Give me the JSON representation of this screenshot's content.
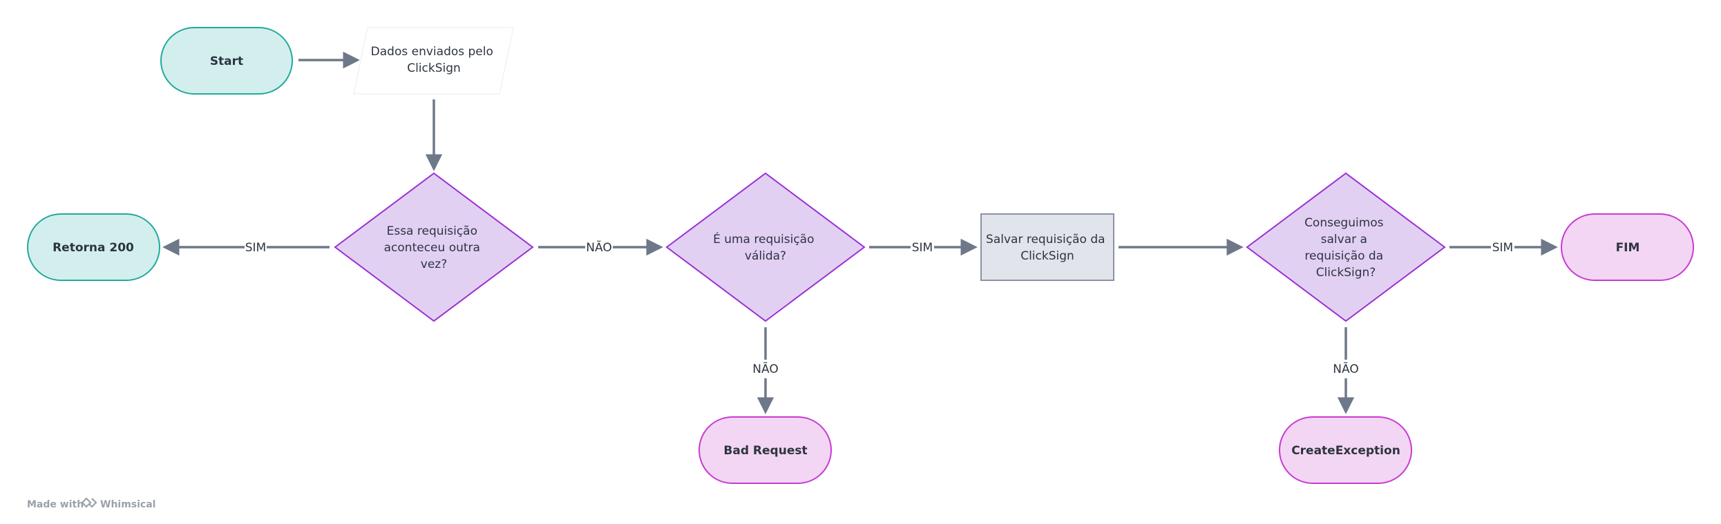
{
  "diagram": {
    "nodes": {
      "start": {
        "label": [
          "Start"
        ]
      },
      "dados": {
        "label": [
          "Dados enviados pelo",
          "ClickSign"
        ]
      },
      "essa": {
        "label": [
          "Essa requisição",
          "aconteceu outra",
          "vez?"
        ]
      },
      "retorna": {
        "label": [
          "Retorna 200"
        ]
      },
      "valida": {
        "label": [
          "É uma requisição",
          "válida?"
        ]
      },
      "salvar": {
        "label": [
          "Salvar requisição da",
          "ClickSign"
        ]
      },
      "conseguimos": {
        "label": [
          "Conseguimos",
          "salvar a",
          "requisição da",
          "ClickSign?"
        ]
      },
      "fim": {
        "label": [
          "FIM"
        ]
      },
      "bad": {
        "label": [
          "Bad Request"
        ]
      },
      "create": {
        "label": [
          "CreateException"
        ]
      }
    },
    "edges": {
      "essa_retorna": {
        "label": "SIM"
      },
      "essa_valida": {
        "label": "NÃO"
      },
      "valida_salvar": {
        "label": "SIM"
      },
      "conseguimos_fim": {
        "label": "SIM"
      },
      "valida_bad": {
        "label": "NÃO"
      },
      "conseguimos_create": {
        "label": "NÃO"
      }
    },
    "colors": {
      "teal_fill": "#d3efed",
      "teal_stroke": "#22a99c",
      "purple_fill": "#e2d0f3",
      "purple_stroke": "#9b2fd4",
      "pink_fill": "#f2d6f3",
      "pink_stroke": "#c83ad1",
      "gray_fill": "#e1e4ea",
      "gray_stroke": "#8a93a3",
      "edge": "#6e7888"
    }
  },
  "footer": {
    "made_with": "Made with",
    "brand": "Whimsical",
    "logo_icon": "whimsical-logo-icon"
  }
}
